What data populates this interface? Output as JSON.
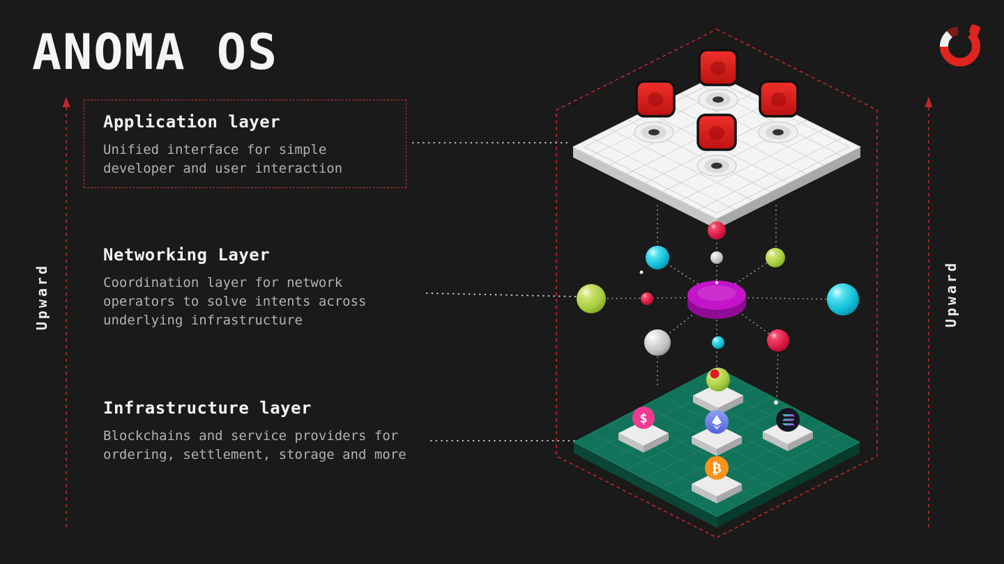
{
  "header": {
    "title": "ANOMA OS"
  },
  "rails": {
    "left": "Upward",
    "right": "Upward"
  },
  "layers": {
    "application": {
      "title": "Application layer",
      "description": "Unified interface for simple developer and user interaction"
    },
    "networking": {
      "title": "Networking Layer",
      "description": "Coordination layer for network operators to solve intents across underlying infrastructure"
    },
    "infrastructure": {
      "title": "Infrastructure layer",
      "description": "Blockchains and service providers for ordering, settlement, storage and more"
    }
  },
  "diagram": {
    "coin_glyphs": {
      "dollar": "$",
      "bitcoin": "₿"
    },
    "icons": [
      "anoma-logo",
      "application-cube",
      "network-sphere",
      "dollar-coin",
      "ethereum-coin",
      "solana-coin",
      "bitcoin-coin"
    ],
    "colors": {
      "accent_red": "#c1272d",
      "cube_red": "#e3201d",
      "platform_white": "#f4f4f4",
      "platform_green": "#11745a",
      "disk_magenta": "#c414c9",
      "sphere_cyan": "#2ad4e8",
      "sphere_green": "#b4d748",
      "sphere_red": "#e0224a",
      "sphere_gray": "#d7d7d7",
      "coin_pink": "#ee3a93",
      "coin_eth": "#6775e5",
      "coin_btc": "#f7931a",
      "coin_sol_bg": "#171722"
    }
  }
}
